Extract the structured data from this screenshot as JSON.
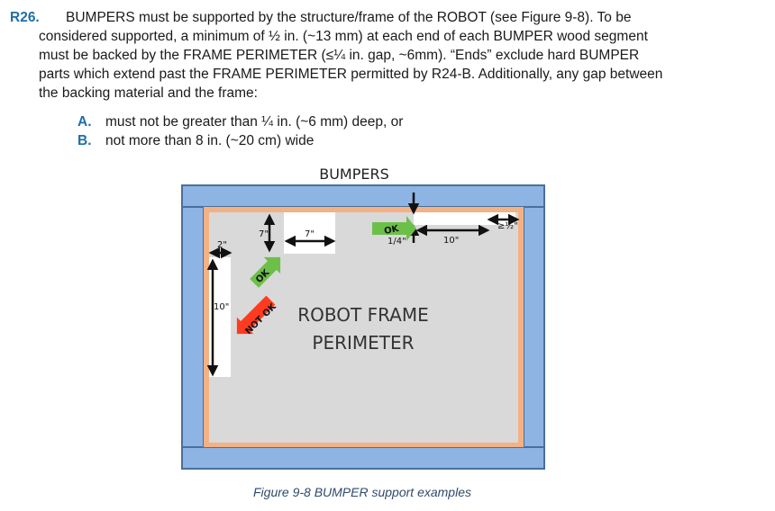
{
  "rule": {
    "id": "R26.",
    "first_line": "BUMPERS must be supported by the structure/frame of the ROBOT (see Figure 9-8). To be",
    "continuation": [
      "considered supported, a minimum of ½ in. (~13 mm) at each end of each BUMPER wood segment",
      "must be backed by the FRAME PERIMETER (≤¼ in. gap, ~6mm). “Ends” exclude hard BUMPER",
      "parts which extend past the FRAME PERIMETER permitted by R24-B. Additionally, any gap between",
      "the backing material and the frame:"
    ],
    "items": [
      {
        "letter": "A.",
        "text": "must not be greater than ¼ in. (~6 mm) deep, or"
      },
      {
        "letter": "B.",
        "text": "not more than 8 in. (~20 cm) wide"
      }
    ]
  },
  "figure": {
    "title": "BUMPERS",
    "frame_label_line1": "ROBOT FRAME",
    "frame_label_line2": "PERIMETER",
    "labels": {
      "left_top_width": "2\"",
      "left_length": "10\"",
      "vertical_gap": "7\"",
      "horizontal_gap": "7\"",
      "right_depth": "1/4\"",
      "right_length": "10\"",
      "corner_min": "≥½\""
    },
    "arrows": {
      "ok_top": "OK",
      "ok_left": "OK",
      "not_ok": "NOT OK"
    },
    "colors": {
      "bumper": "#8eb4e3",
      "frame_border": "#f4b183",
      "interior": "#d9d9d9",
      "ok_arrow": "#6cc04a",
      "not_ok_arrow": "#ff3b1f"
    },
    "caption": "Figure 9-8 BUMPER support examples"
  }
}
